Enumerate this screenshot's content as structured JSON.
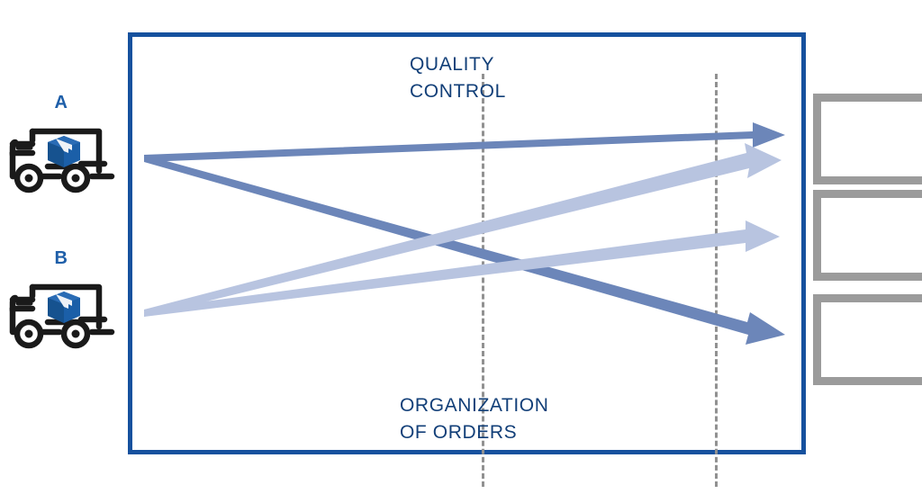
{
  "diagram": {
    "title_zones": {
      "quality_control": "QUALITY\nCONTROL",
      "organization_of_orders": "ORGANIZATION\nOF ORDERS"
    },
    "sources": [
      {
        "id": "A",
        "label": "A",
        "icon": "delivery-truck-icon"
      },
      {
        "id": "B",
        "label": "B",
        "icon": "delivery-truck-icon"
      }
    ],
    "destinations": [
      {
        "id": "dest-1",
        "label": ""
      },
      {
        "id": "dest-2",
        "label": ""
      },
      {
        "id": "dest-3",
        "label": ""
      }
    ],
    "flows": [
      {
        "id": "flow-a-1",
        "from": "A",
        "to": "dest-1",
        "color": "#6c86b9"
      },
      {
        "id": "flow-a-2",
        "from": "A",
        "to": "dest-3",
        "color": "#6c86b9"
      },
      {
        "id": "flow-b-1",
        "from": "B",
        "to": "dest-1",
        "color": "#b8c4e0"
      },
      {
        "id": "flow-b-2",
        "from": "B",
        "to": "dest-2",
        "color": "#b8c4e0"
      }
    ],
    "colors": {
      "box_border": "#16519e",
      "label_text": "#123f78",
      "source_label": "#1f5fa9",
      "dashed_line": "#919191",
      "destination_border": "#9b9b9b",
      "flow_dark": "#6c86b9",
      "flow_light": "#b8c4e0",
      "truck_outline": "#1a1a1a",
      "package_blue": "#1b5fa8",
      "background": "#ffffff"
    }
  }
}
